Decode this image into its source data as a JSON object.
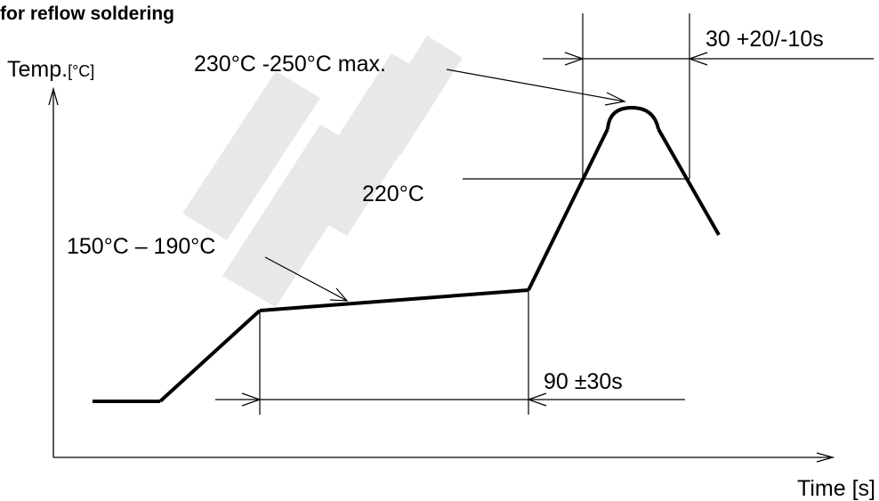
{
  "title": "for reflow soldering",
  "axes": {
    "y_label": "Temp.",
    "y_unit": "[°C]",
    "x_label": "Time [s]"
  },
  "annotations": {
    "peak": "230°C -250°C max.",
    "liquidus": "220°C",
    "preheat": "150°C – 190°C",
    "preheat_time": "90 ±30s",
    "peak_time": "30 +20/-10s"
  },
  "watermark": {
    "text": "REF",
    "color": "#e6e6e6"
  },
  "colors": {
    "line": "#000000",
    "background": "#ffffff"
  }
}
